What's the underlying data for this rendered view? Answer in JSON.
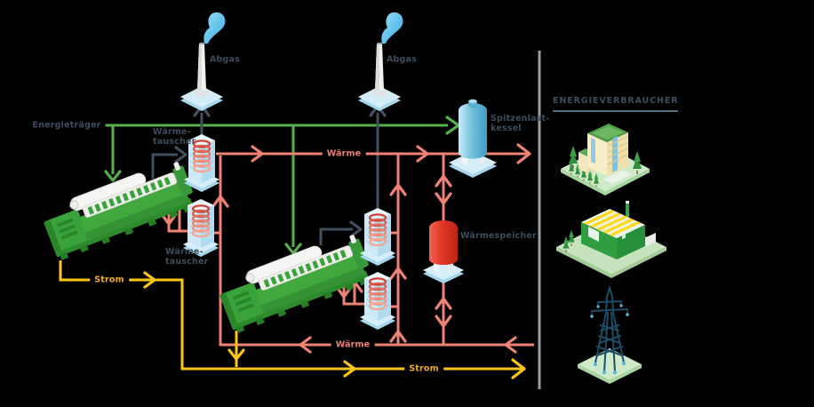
{
  "diagram": {
    "flow_labels": {
      "energietraeger": "Energieträger",
      "abgas_left": "Abgas",
      "abgas_right": "Abgas",
      "waerme_supply": "Wärme",
      "waerme_return": "Wärme",
      "strom_engine": "Strom",
      "strom_bus": "Strom"
    },
    "equipment_labels": {
      "waermetauscher_top": {
        "line1": "Wärme-",
        "line2": "tauscher"
      },
      "waermetauscher_bottom": {
        "line1": "Wärme-",
        "line2": "tauscher"
      },
      "spitzenlastkessel": {
        "line1": "Spitzenlast-",
        "line2": "kessel"
      },
      "waermespeicher": "Wärmespeicher"
    },
    "flow_colors": {
      "energietraeger_green": "#56b04c",
      "waerme_red": "#ee8275",
      "strom_yellow": "#fdc615",
      "abgas_dark": "#41505e"
    }
  },
  "consumers_panel": {
    "header": "ENERGIEVERBRAUCHER"
  }
}
